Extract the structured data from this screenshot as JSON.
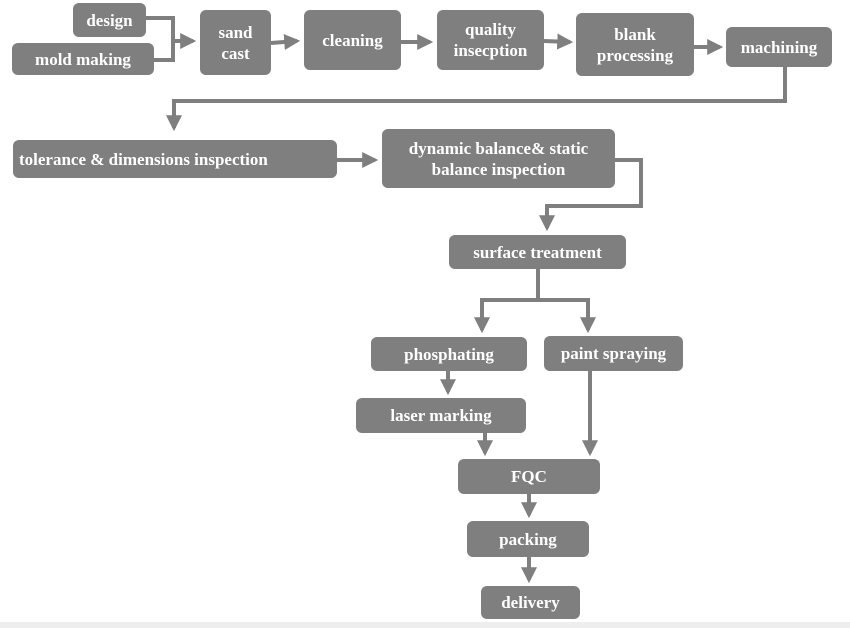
{
  "diagram": {
    "title": "",
    "colors": {
      "node_fill": "#7f7f7f",
      "node_text": "#ffffff",
      "connector": "#7f7f7f"
    },
    "nodes": {
      "design": "design",
      "mold_making": "mold making",
      "sand_cast": "sand\ncast",
      "cleaning": "cleaning",
      "quality_inspection": "quality\ninsecption",
      "blank_processing": "blank\nprocessing",
      "machining": "machining",
      "tolerance_inspection": "tolerance & dimensions inspection",
      "balance_inspection": "dynamic balance& static\nbalance inspection",
      "surface_treatment": "surface treatment",
      "phosphating": "phosphating",
      "paint_spraying": "paint spraying",
      "laser_marking": "laser marking",
      "fqc": "FQC",
      "packing": "packing",
      "delivery": "delivery"
    },
    "edges": [
      [
        "design",
        "sand_cast"
      ],
      [
        "mold_making",
        "sand_cast"
      ],
      [
        "sand_cast",
        "cleaning"
      ],
      [
        "cleaning",
        "quality_inspection"
      ],
      [
        "quality_inspection",
        "blank_processing"
      ],
      [
        "blank_processing",
        "machining"
      ],
      [
        "machining",
        "tolerance_inspection"
      ],
      [
        "tolerance_inspection",
        "balance_inspection"
      ],
      [
        "balance_inspection",
        "surface_treatment"
      ],
      [
        "surface_treatment",
        "phosphating"
      ],
      [
        "surface_treatment",
        "paint_spraying"
      ],
      [
        "phosphating",
        "laser_marking"
      ],
      [
        "laser_marking",
        "fqc"
      ],
      [
        "paint_spraying",
        "fqc"
      ],
      [
        "fqc",
        "packing"
      ],
      [
        "packing",
        "delivery"
      ]
    ]
  }
}
